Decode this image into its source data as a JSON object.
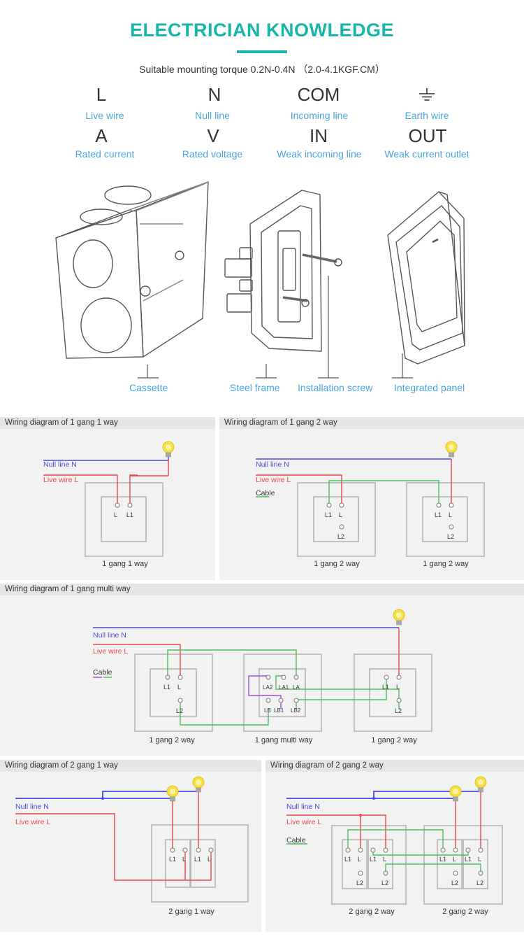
{
  "header": {
    "title": "ELECTRICIAN KNOWLEDGE",
    "torque": "Suitable mounting torque 0.2N-0.4N （2.0-4.1KGF.CM）"
  },
  "symbols": [
    {
      "symbol": "L",
      "label": "Live wire"
    },
    {
      "symbol": "N",
      "label": "Null line"
    },
    {
      "symbol": "COM",
      "label": "Incoming line"
    },
    {
      "symbol": "",
      "icon": "earth-ground-icon",
      "label": "Earth wire"
    },
    {
      "symbol": "A",
      "label": "Rated current"
    },
    {
      "symbol": "V",
      "label": "Rated voltage"
    },
    {
      "symbol": "IN",
      "label": "Weak incoming line"
    },
    {
      "symbol": "OUT",
      "label": "Weak current outlet"
    }
  ],
  "parts": [
    "Cassette",
    "Steel frame",
    "Installation screw",
    "Integrated panel"
  ],
  "colors": {
    "accent": "#18b6a8",
    "label_blue": "#4aa6e0",
    "null_line": "#4a4adf",
    "live_wire": "#e8484a",
    "cable": "#4dbd5c",
    "multi_link": "#9b4fd6"
  },
  "diagrams": {
    "d1": {
      "title": "Wiring diagram of 1 gang 1 way",
      "null_line": "Null line N",
      "live_wire": "Live wire L",
      "terminals": [
        "L",
        "L1"
      ],
      "captions": [
        "1 gang 1 way"
      ]
    },
    "d2": {
      "title": "Wiring diagram of 1 gang 2 way",
      "null_line": "Null line N",
      "live_wire": "Live wire L",
      "cable": "Cable",
      "terminals": [
        "L1",
        "L",
        "L2"
      ],
      "captions": [
        "1 gang 2 way",
        "1 gang 2 way"
      ]
    },
    "d3": {
      "title": "Wiring diagram of 1 gang multi way",
      "null_line": "Null line N",
      "live_wire": "Live wire L",
      "cable": "Cable",
      "terminals": [
        "L1",
        "L",
        "L2"
      ],
      "multi_terminals": [
        "LA2",
        "LA1",
        "LA",
        "LB",
        "LB1",
        "LB2"
      ],
      "captions": [
        "1 gang 2 way",
        "1 gang multi way",
        "1 gang 2 way"
      ]
    },
    "d4": {
      "title": "Wiring diagram of 2 gang 1 way",
      "null_line": "Null line N",
      "live_wire": "Live wire L",
      "terminals": [
        "L1",
        "L",
        "L1",
        "L"
      ],
      "captions": [
        "2 gang 1 way"
      ]
    },
    "d5": {
      "title": "Wiring diagram of 2 gang 2 way",
      "null_line": "Null line N",
      "live_wire": "Live wire L",
      "cable": "Cable",
      "terminals": [
        "L1",
        "L",
        "L2"
      ],
      "captions": [
        "2 gang 2 way",
        "2 gang 2 way"
      ]
    }
  }
}
